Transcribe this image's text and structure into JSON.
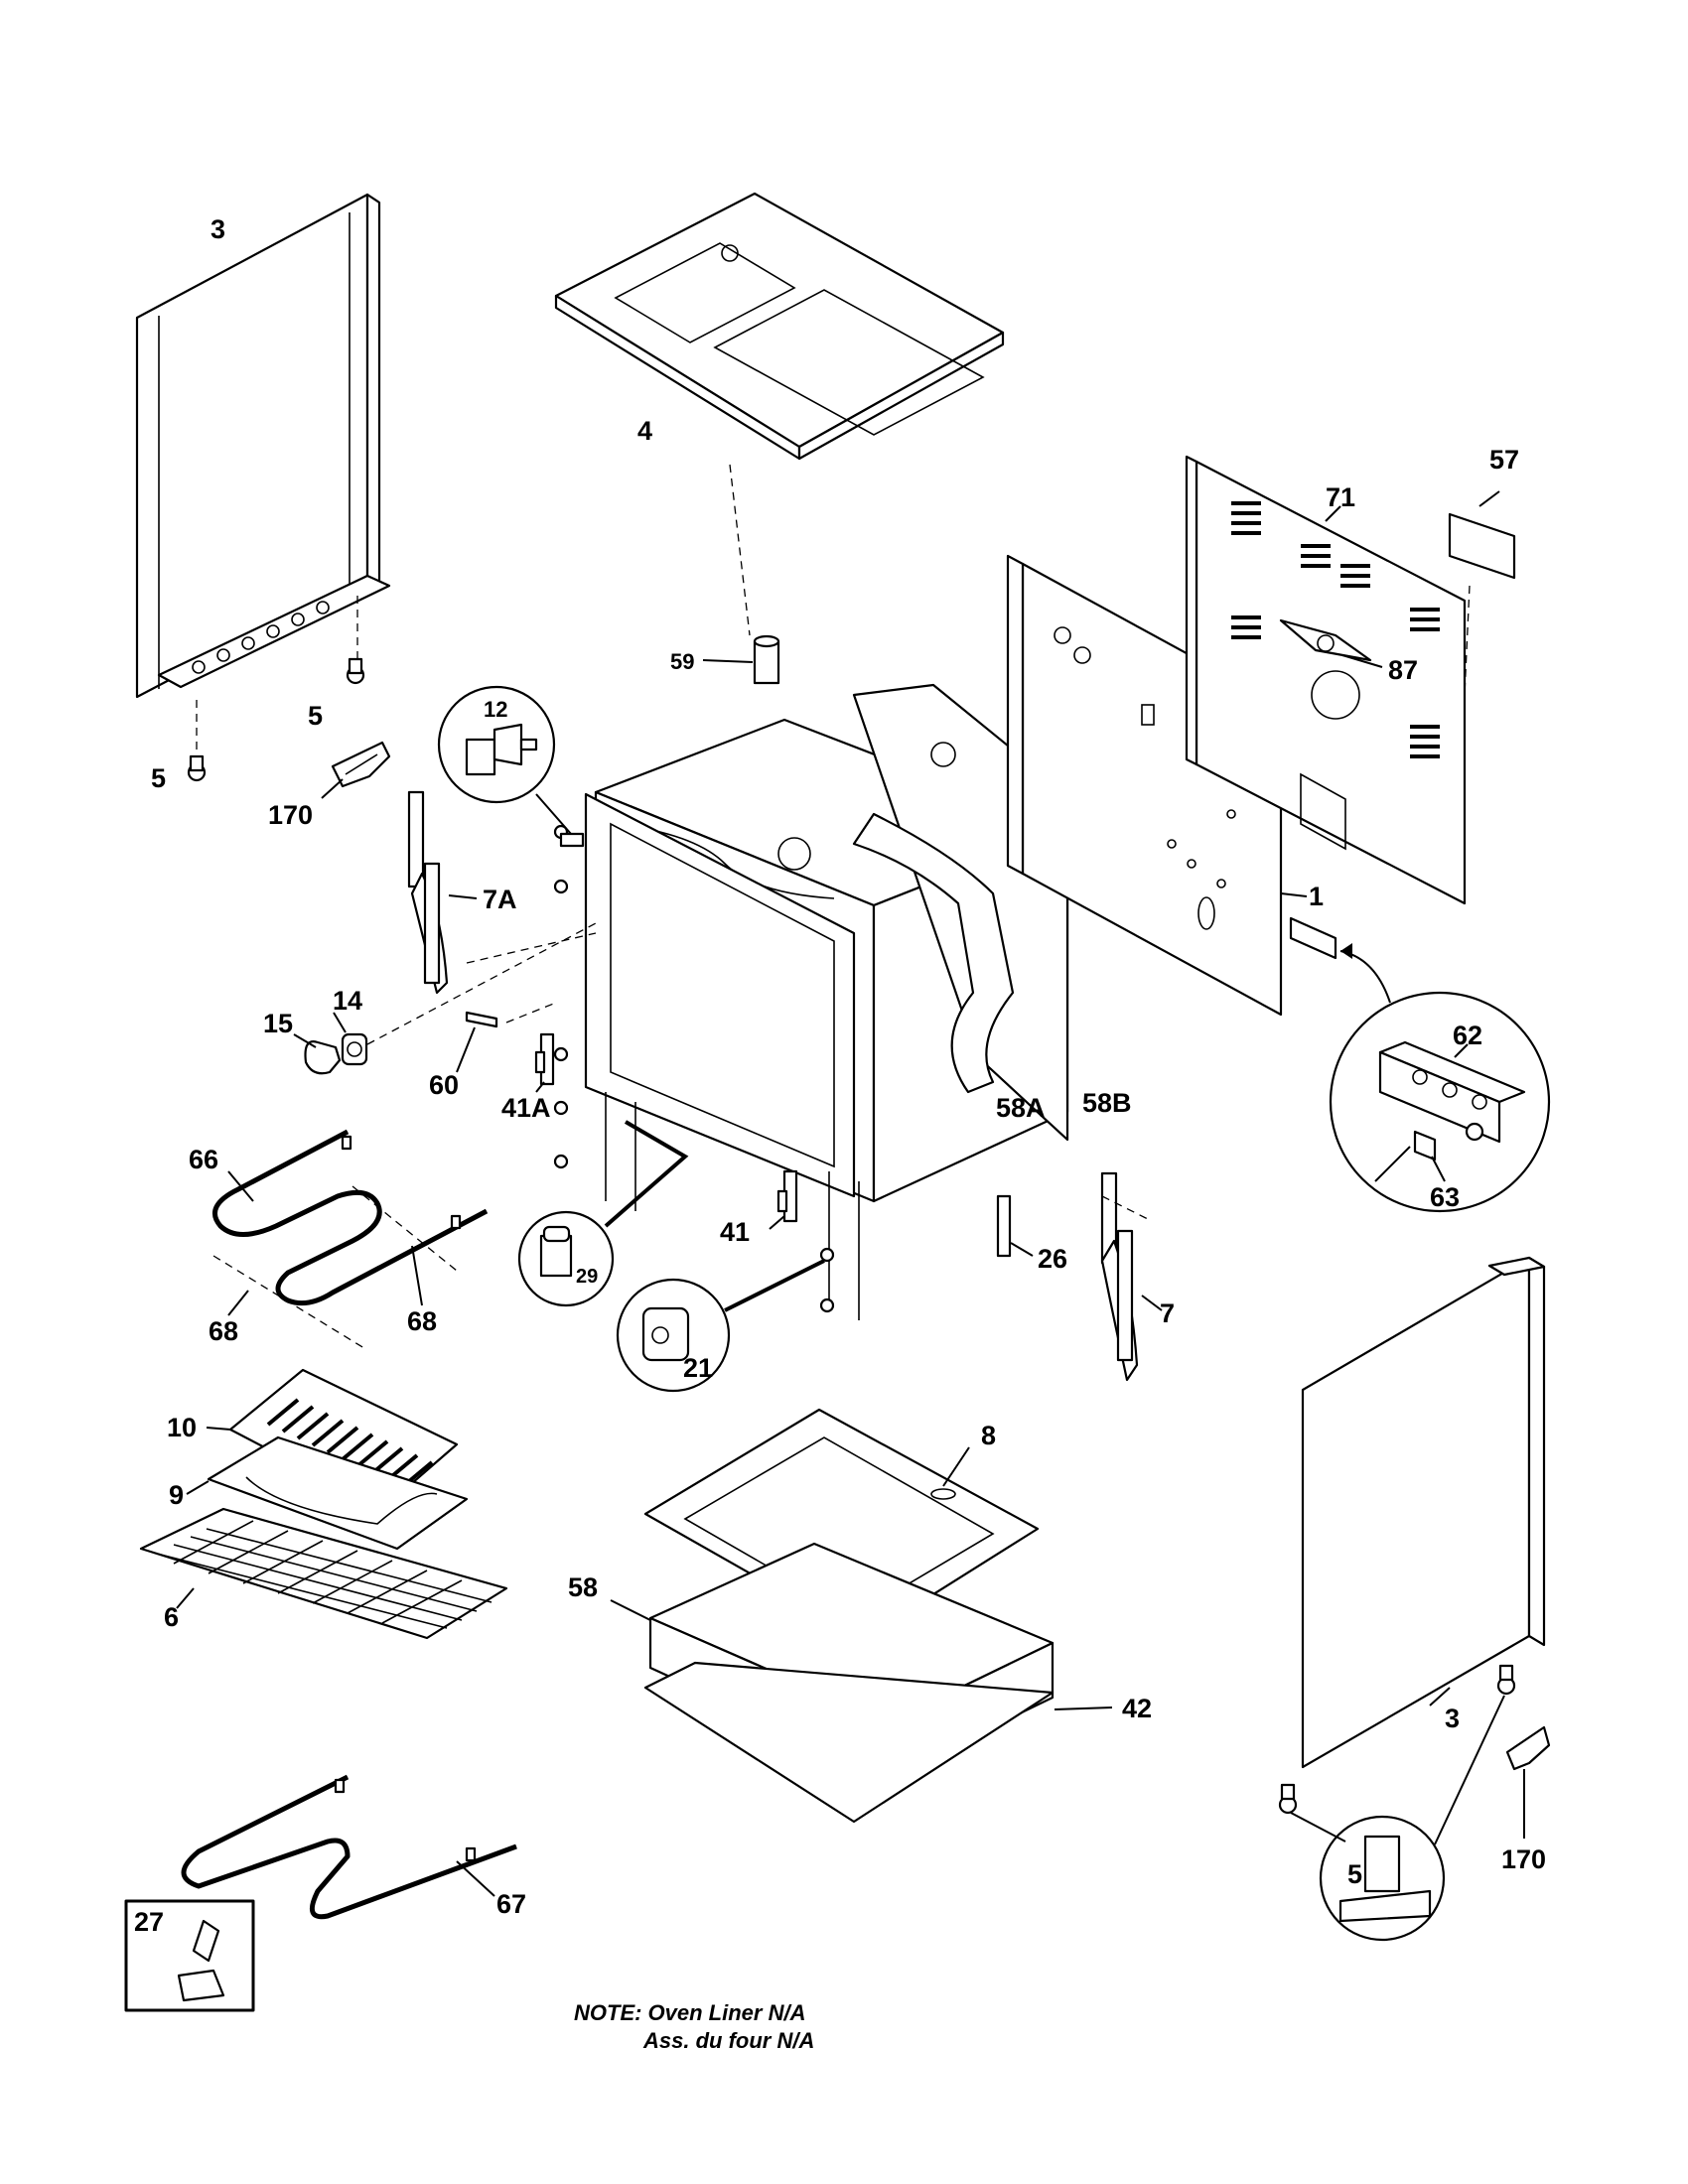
{
  "labels": {
    "p3_left": "3",
    "p4": "4",
    "p5_a": "5",
    "p5_b": "5",
    "p170_left": "170",
    "p12": "12",
    "p7A": "7A",
    "p59": "59",
    "p71": "71",
    "p57": "57",
    "p87": "87",
    "p1": "1",
    "p15": "15",
    "p14": "14",
    "p60": "60",
    "p41A": "41A",
    "p58A": "58A",
    "p58B": "58B",
    "p62": "62",
    "p63": "63",
    "p66": "66",
    "p68_a": "68",
    "p68_b": "68",
    "p29": "29",
    "p41": "41",
    "p26": "26",
    "p21": "21",
    "p7": "7",
    "p10": "10",
    "p9": "9",
    "p6": "6",
    "p8": "8",
    "p58": "58",
    "p42": "42",
    "p3_right": "3",
    "p170_right": "170",
    "p5_c": "5",
    "p67": "67",
    "p27": "27"
  },
  "note": {
    "line1": "NOTE: Oven Liner N/A",
    "line2": "Ass. du four N/A"
  }
}
